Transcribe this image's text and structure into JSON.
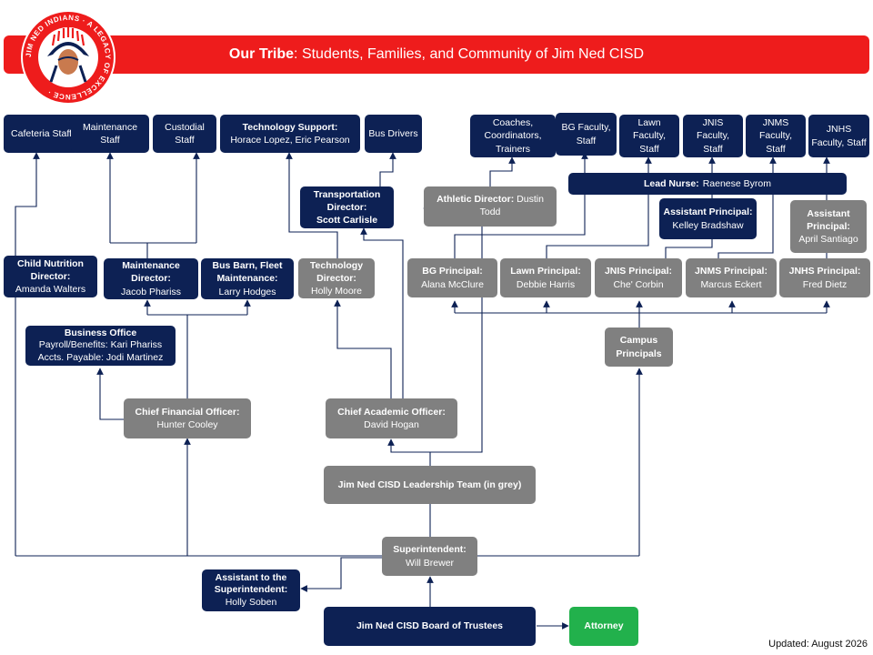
{
  "header": {
    "title_bold": "Our Tribe",
    "title_rest": ": Students, Families, and Community of Jim Ned CISD",
    "logo_text_top": "JIM NED INDIANS",
    "logo_text_bottom": "A LEGACY OF EXCELLENCE",
    "logo_text": "JIM NED INDIANS · A LEGACY OF EXCELLENCE ·"
  },
  "colors": {
    "navy": "#0d2154",
    "grey": "#808080",
    "green": "#22b14c",
    "banner_red": "#ee1c1c"
  },
  "boxes": {
    "cafeteria": {
      "text": "Cafeteria Staff"
    },
    "maintenance_staff": {
      "text": "Maintenance Staff"
    },
    "custodial": {
      "text": "Custodial Staff"
    },
    "tech_support": {
      "label": "Technology Support:",
      "name": "Horace Lopez, Eric Pearson"
    },
    "bus_drivers": {
      "text": "Bus Drivers"
    },
    "coaches": {
      "text": "Coaches, Coordinators, Trainers"
    },
    "bg_faculty": {
      "text": "BG Faculty, Staff"
    },
    "lawn_faculty": {
      "text": "Lawn Faculty, Staff"
    },
    "jnis_faculty": {
      "text": "JNIS Faculty, Staff"
    },
    "jnms_faculty": {
      "text": "JNMS Faculty, Staff"
    },
    "jnhs_faculty": {
      "text": "JNHS Faculty, Staff"
    },
    "lead_nurse": {
      "label": "Lead Nurse:",
      "name": "Raenese Byrom"
    },
    "transportation": {
      "label": "Transportation Director:",
      "name": "Scott Carlisle"
    },
    "athletic": {
      "label": "Athletic Director:",
      "name": "Dustin Todd"
    },
    "asst_principal_jnms": {
      "label": "Assistant Principal:",
      "name": "Kelley Bradshaw"
    },
    "asst_principal_jnhs": {
      "label": "Assistant Principal:",
      "name": "April Santiago"
    },
    "child_nutrition": {
      "label": "Child Nutrition Director:",
      "name": "Amanda Walters"
    },
    "maintenance_director": {
      "label": "Maintenance Director:",
      "name": "Jacob Phariss"
    },
    "bus_barn": {
      "label": "Bus Barn, Fleet Maintenance:",
      "name": "Larry Hodges"
    },
    "technology_director": {
      "label": "Technology Director:",
      "name": "Holly Moore"
    },
    "bg_principal": {
      "label": "BG Principal:",
      "name": "Alana McClure"
    },
    "lawn_principal": {
      "label": "Lawn Principal:",
      "name": "Debbie Harris"
    },
    "jnis_principal": {
      "label": "JNIS Principal:",
      "name": "Che' Corbin"
    },
    "jnms_principal": {
      "label": "JNMS Principal:",
      "name": "Marcus Eckert"
    },
    "jnhs_principal": {
      "label": "JNHS Principal:",
      "name": "Fred Dietz"
    },
    "business_office": {
      "label": "Business Office",
      "line1": "Payroll/Benefits: Kari Phariss",
      "line2": "Accts. Payable: Jodi Martinez"
    },
    "campus_principals": {
      "label": "Campus Principals"
    },
    "cfo": {
      "label": "Chief Financial Officer:",
      "name": "Hunter Cooley"
    },
    "cao": {
      "label": "Chief Academic Officer:",
      "name": "David Hogan"
    },
    "leadership_team": {
      "label": "Jim Ned CISD Leadership Team (in grey)"
    },
    "superintendent": {
      "label": "Superintendent:",
      "name": "Will Brewer"
    },
    "asst_superintendent": {
      "label": "Assistant to the Superintendent:",
      "name": "Holly Soben"
    },
    "board": {
      "label": "Jim Ned CISD Board of Trustees"
    },
    "attorney": {
      "label": "Attorney"
    }
  },
  "footer": {
    "updated": "Updated: August 2026"
  }
}
